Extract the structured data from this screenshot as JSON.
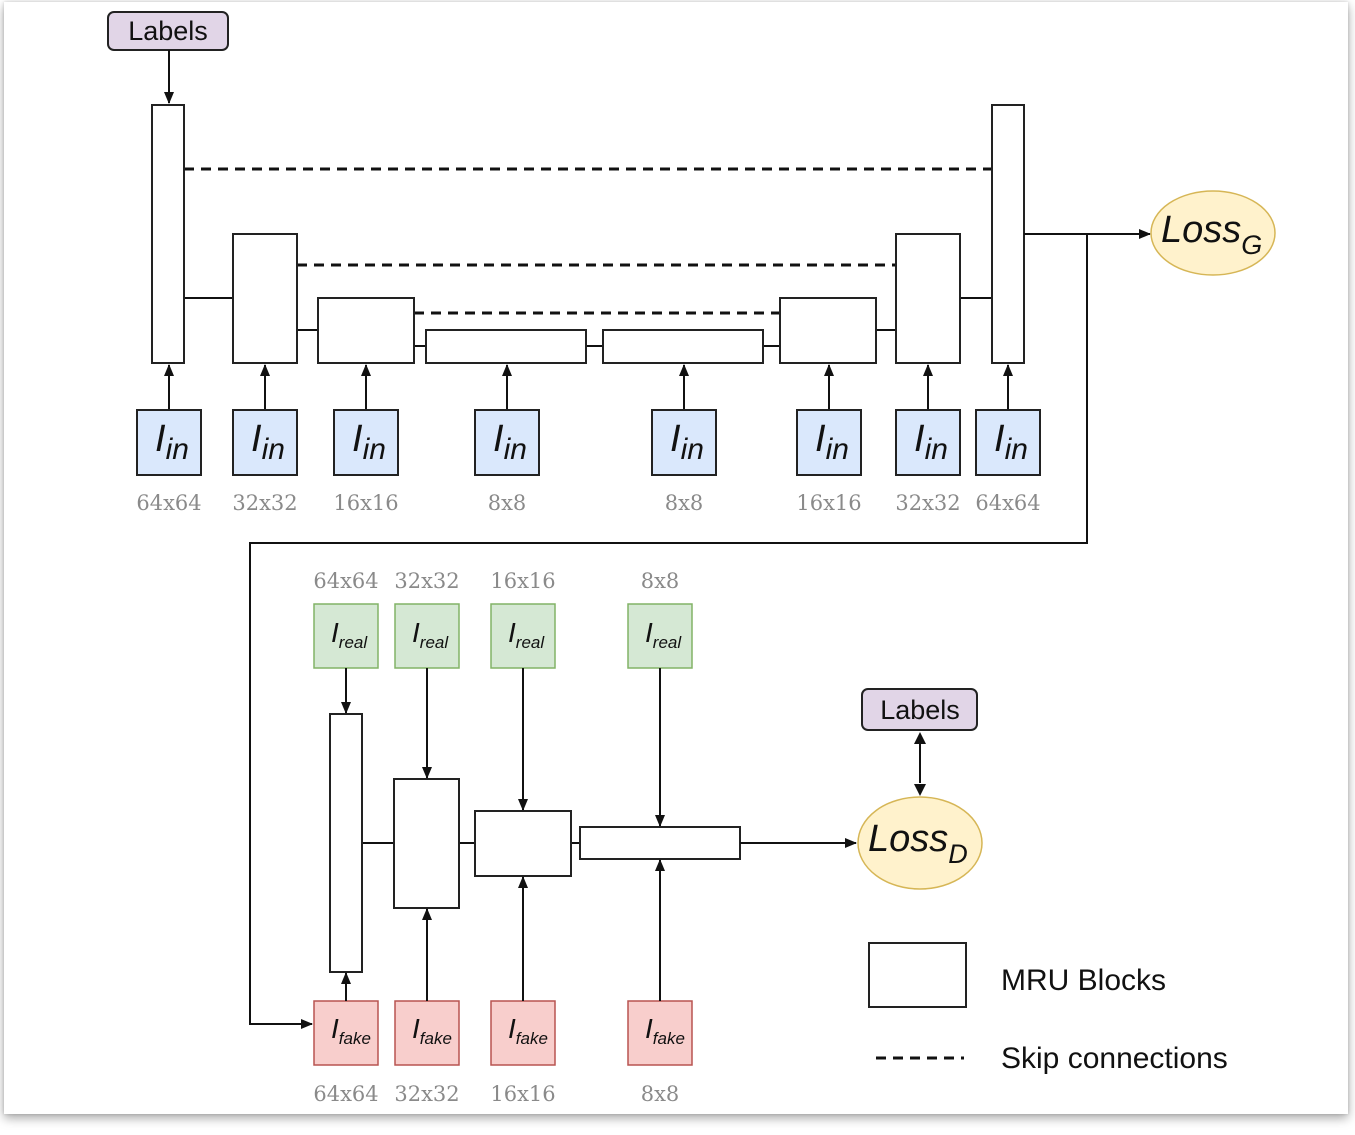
{
  "generator": {
    "labels_text": "Labels",
    "loss": {
      "main": "Loss",
      "sub": "G"
    },
    "input_symbol": {
      "main": "I",
      "sub": "in"
    },
    "resolutions": [
      "64x64",
      "32x32",
      "16x16",
      "8x8",
      "8x8",
      "16x16",
      "32x32",
      "64x64"
    ]
  },
  "discriminator": {
    "labels_text": "Labels",
    "loss": {
      "main": "Loss",
      "sub": "D"
    },
    "real_symbol": {
      "main": "I",
      "sub": "real"
    },
    "fake_symbol": {
      "main": "I",
      "sub": "fake"
    },
    "top_resolutions": [
      "64x64",
      "32x32",
      "16x16",
      "8x8"
    ],
    "bottom_resolutions": [
      "64x64",
      "32x32",
      "16x16",
      "8x8"
    ]
  },
  "legend": {
    "mru_label": "MRU Blocks",
    "skip_label": "Skip connections"
  },
  "colors": {
    "labels_fill": "#e1d5e7",
    "input_fill": "#dae8fc",
    "real_fill": "#d5e8d4",
    "fake_fill": "#f8cecc",
    "loss_fill": "#fff2cc",
    "resolution_text": "#8a8a8a"
  }
}
